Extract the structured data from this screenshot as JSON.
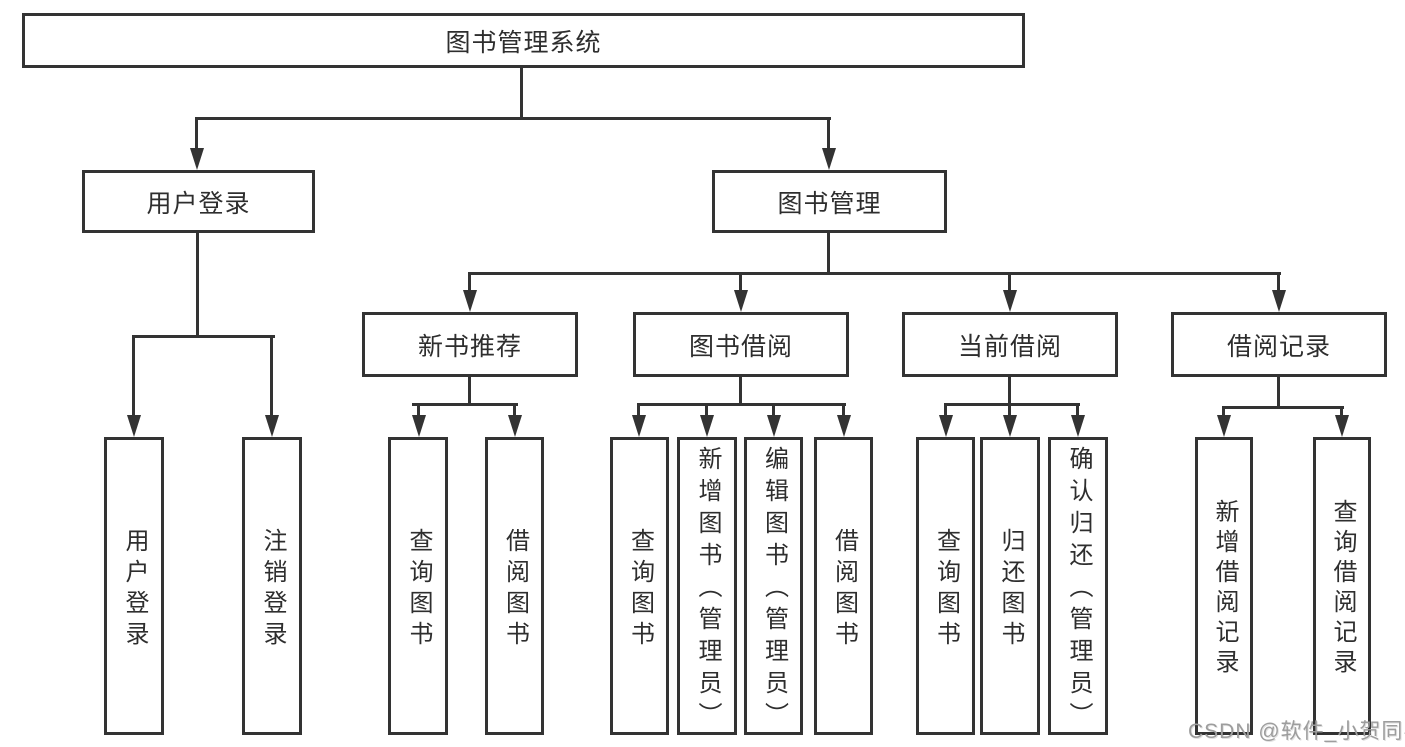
{
  "colors": {
    "line": "#333333",
    "text": "#2e2e2e",
    "watermark": "#9d9d9d",
    "background": "#ffffff"
  },
  "watermark": {
    "text": "CSDN @软件_小贺同学"
  },
  "tree": {
    "label": "图书管理系统",
    "children": [
      {
        "label": "用户登录",
        "children": [
          {
            "label": "用户登录"
          },
          {
            "label": "注销登录"
          }
        ]
      },
      {
        "label": "图书管理",
        "children": [
          {
            "label": "新书推荐",
            "children": [
              {
                "label": "查询图书"
              },
              {
                "label": "借阅图书"
              }
            ]
          },
          {
            "label": "图书借阅",
            "children": [
              {
                "label": "查询图书"
              },
              {
                "label": "新增图书（管理员）"
              },
              {
                "label": "编辑图书（管理员）"
              },
              {
                "label": "借阅图书"
              }
            ]
          },
          {
            "label": "当前借阅",
            "children": [
              {
                "label": "查询图书"
              },
              {
                "label": "归还图书"
              },
              {
                "label": "确认归还（管理员）"
              }
            ]
          },
          {
            "label": "借阅记录",
            "children": [
              {
                "label": "新增借阅记录"
              },
              {
                "label": "查询借阅记录"
              }
            ]
          }
        ]
      }
    ]
  }
}
